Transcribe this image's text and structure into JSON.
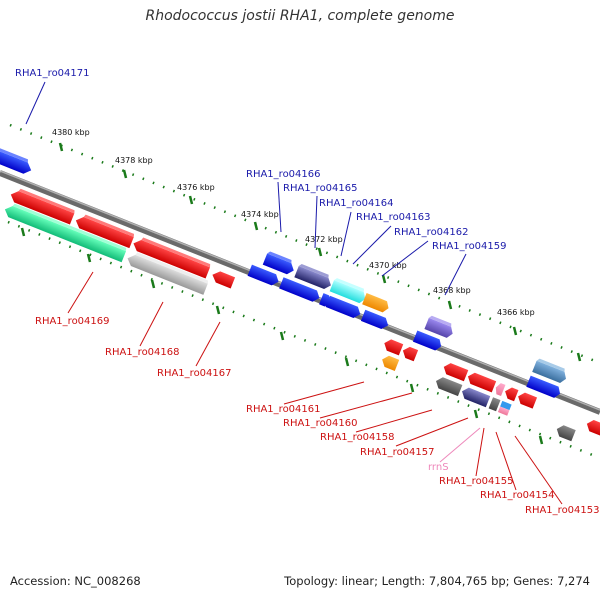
{
  "title": "Rhodococcus jostii RHA1, complete genome",
  "footer": {
    "accession": "Accession: NC_008268",
    "topology": "Topology: linear; Length: 7,804,765 bp; Genes: 7,274"
  },
  "colors": {
    "forward_label": "#1a1aaa",
    "reverse_label": "#cc1111",
    "rna_label": "#ee88bb",
    "backbone": "#8a8a8a",
    "tick": "#1a7a1a"
  },
  "ruler_labels": [
    "4380 kbp",
    "4378 kbp",
    "4376 kbp",
    "4374 kbp",
    "4372 kbp",
    "4370 kbp",
    "4368 kbp",
    "4366 kbp"
  ],
  "forward_genes": [
    "RHA1_ro04171",
    "RHA1_ro04166",
    "RHA1_ro04165",
    "RHA1_ro04164",
    "RHA1_ro04163",
    "RHA1_ro04162",
    "RHA1_ro04159"
  ],
  "reverse_genes": [
    "RHA1_ro04169",
    "RHA1_ro04168",
    "RHA1_ro04167",
    "RHA1_ro04161",
    "RHA1_ro04160",
    "RHA1_ro04158",
    "RHA1_ro04157",
    "RHA1_ro04155",
    "RHA1_ro04154",
    "RHA1_ro04153"
  ],
  "rna_genes": [
    "rrnS"
  ]
}
